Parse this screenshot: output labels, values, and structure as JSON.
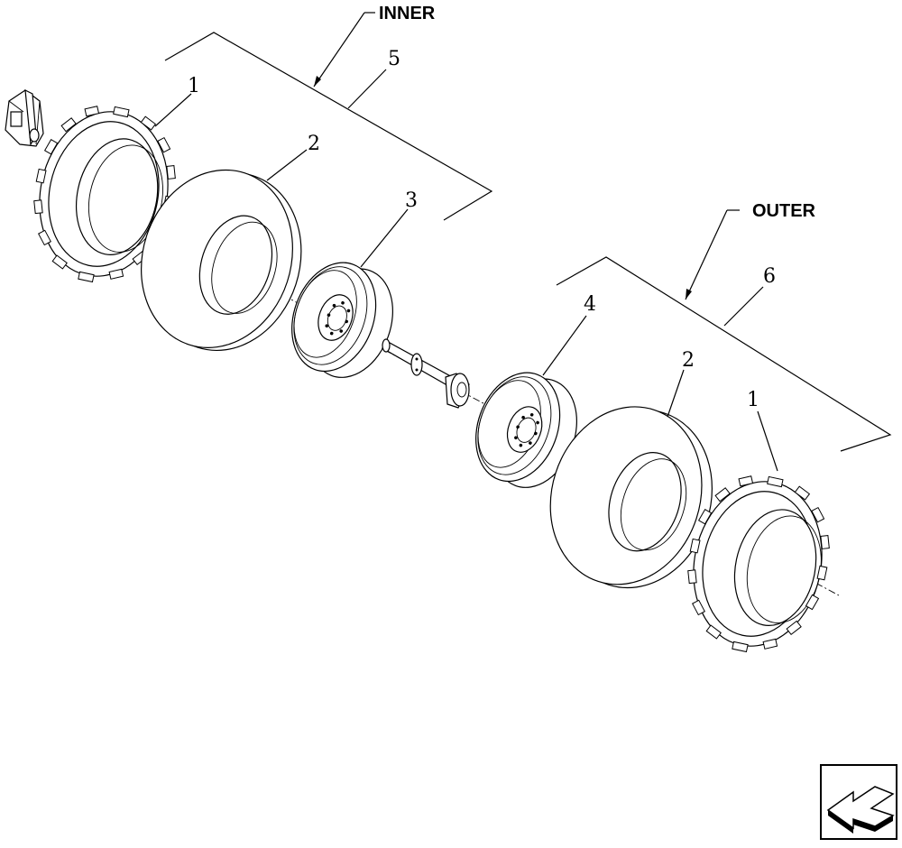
{
  "labels": {
    "inner": "INNER",
    "outer": "OUTER",
    "n1_left": "1",
    "n2_left": "2",
    "n3": "3",
    "n4": "4",
    "n5": "5",
    "n6": "6",
    "n2_right": "2",
    "n1_right": "1"
  },
  "icons": {
    "nav": "back-arrow-icon"
  }
}
